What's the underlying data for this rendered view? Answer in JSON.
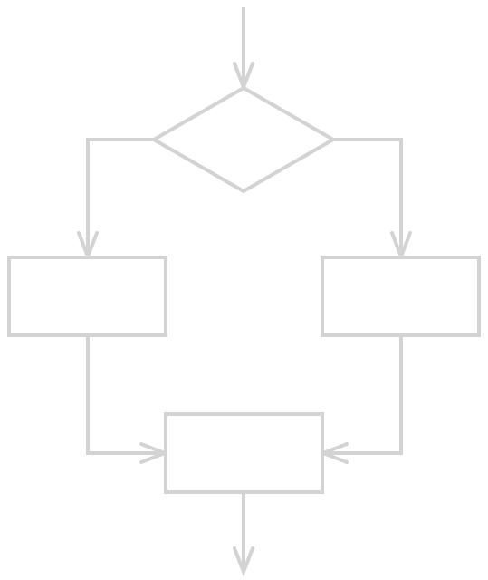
{
  "diagram": {
    "type": "flowchart",
    "stroke_color": "#d3d3d3",
    "nodes": [
      {
        "id": "decision",
        "shape": "diamond",
        "label": ""
      },
      {
        "id": "left-process",
        "shape": "rectangle",
        "label": ""
      },
      {
        "id": "right-process",
        "shape": "rectangle",
        "label": ""
      },
      {
        "id": "merge-process",
        "shape": "rectangle",
        "label": ""
      }
    ],
    "edges": [
      {
        "from": "start",
        "to": "decision"
      },
      {
        "from": "decision",
        "to": "left-process"
      },
      {
        "from": "decision",
        "to": "right-process"
      },
      {
        "from": "left-process",
        "to": "merge-process"
      },
      {
        "from": "right-process",
        "to": "merge-process"
      },
      {
        "from": "merge-process",
        "to": "end"
      }
    ]
  }
}
